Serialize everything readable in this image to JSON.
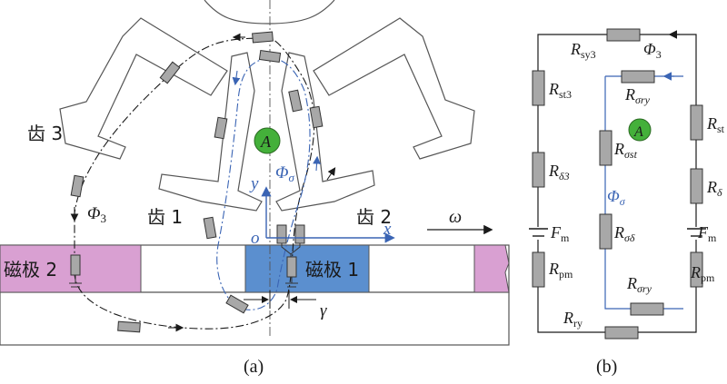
{
  "left": {
    "tooth3": "齿 3",
    "tooth1": "齿 1",
    "tooth2": "齿 2",
    "pole2": "磁极 2",
    "pole1": "磁极 1",
    "origin": "o",
    "x_axis": "x",
    "y_axis": "y",
    "phi_sigma": "Φ",
    "phi_sigma_sub": "σ",
    "phi3": "Φ",
    "phi3_sub": "3",
    "omega": "ω",
    "gamma": "γ",
    "point_a": "A",
    "caption": "(a)"
  },
  "right": {
    "r_sy3": "R",
    "r_sy3_sub": "sy3",
    "phi3": "Φ",
    "phi3_sub": "3",
    "r_st3": "R",
    "r_st3_sub": "st3",
    "r_sigma_ry_top": "R",
    "r_sigma_ry_top_sub": "σry",
    "point_a": "A",
    "r_st": "R",
    "r_st_sub": "st",
    "r_sigma_st": "R",
    "r_sigma_st_sub": "σst",
    "r_delta3": "R",
    "r_delta3_sub": "δ3",
    "r_delta": "R",
    "r_delta_sub": "δ",
    "phi_sigma": "Φ",
    "phi_sigma_sub": "σ",
    "fm_left": "F",
    "fm_left_sub": "m",
    "fm_right": "F",
    "fm_right_sub": "m",
    "r_sigma_delta": "R",
    "r_sigma_delta_sub": "σδ",
    "r_pm_left": "R",
    "r_pm_left_sub": "pm",
    "r_pm_right": "R",
    "r_pm_right_sub": "pm",
    "r_sigma_ry_bottom": "R",
    "r_sigma_ry_bottom_sub": "σry",
    "r_ry": "R",
    "r_ry_sub": "ry",
    "caption": "(b)"
  },
  "colors": {
    "pole_magenta": "#d9a0d2",
    "pole_blue": "#5b8fcf",
    "resistor_gray": "#a8a8a8",
    "point_green": "#44b03a",
    "leakage_blue": "#3a64b4",
    "main_black": "#1a1a1a"
  }
}
